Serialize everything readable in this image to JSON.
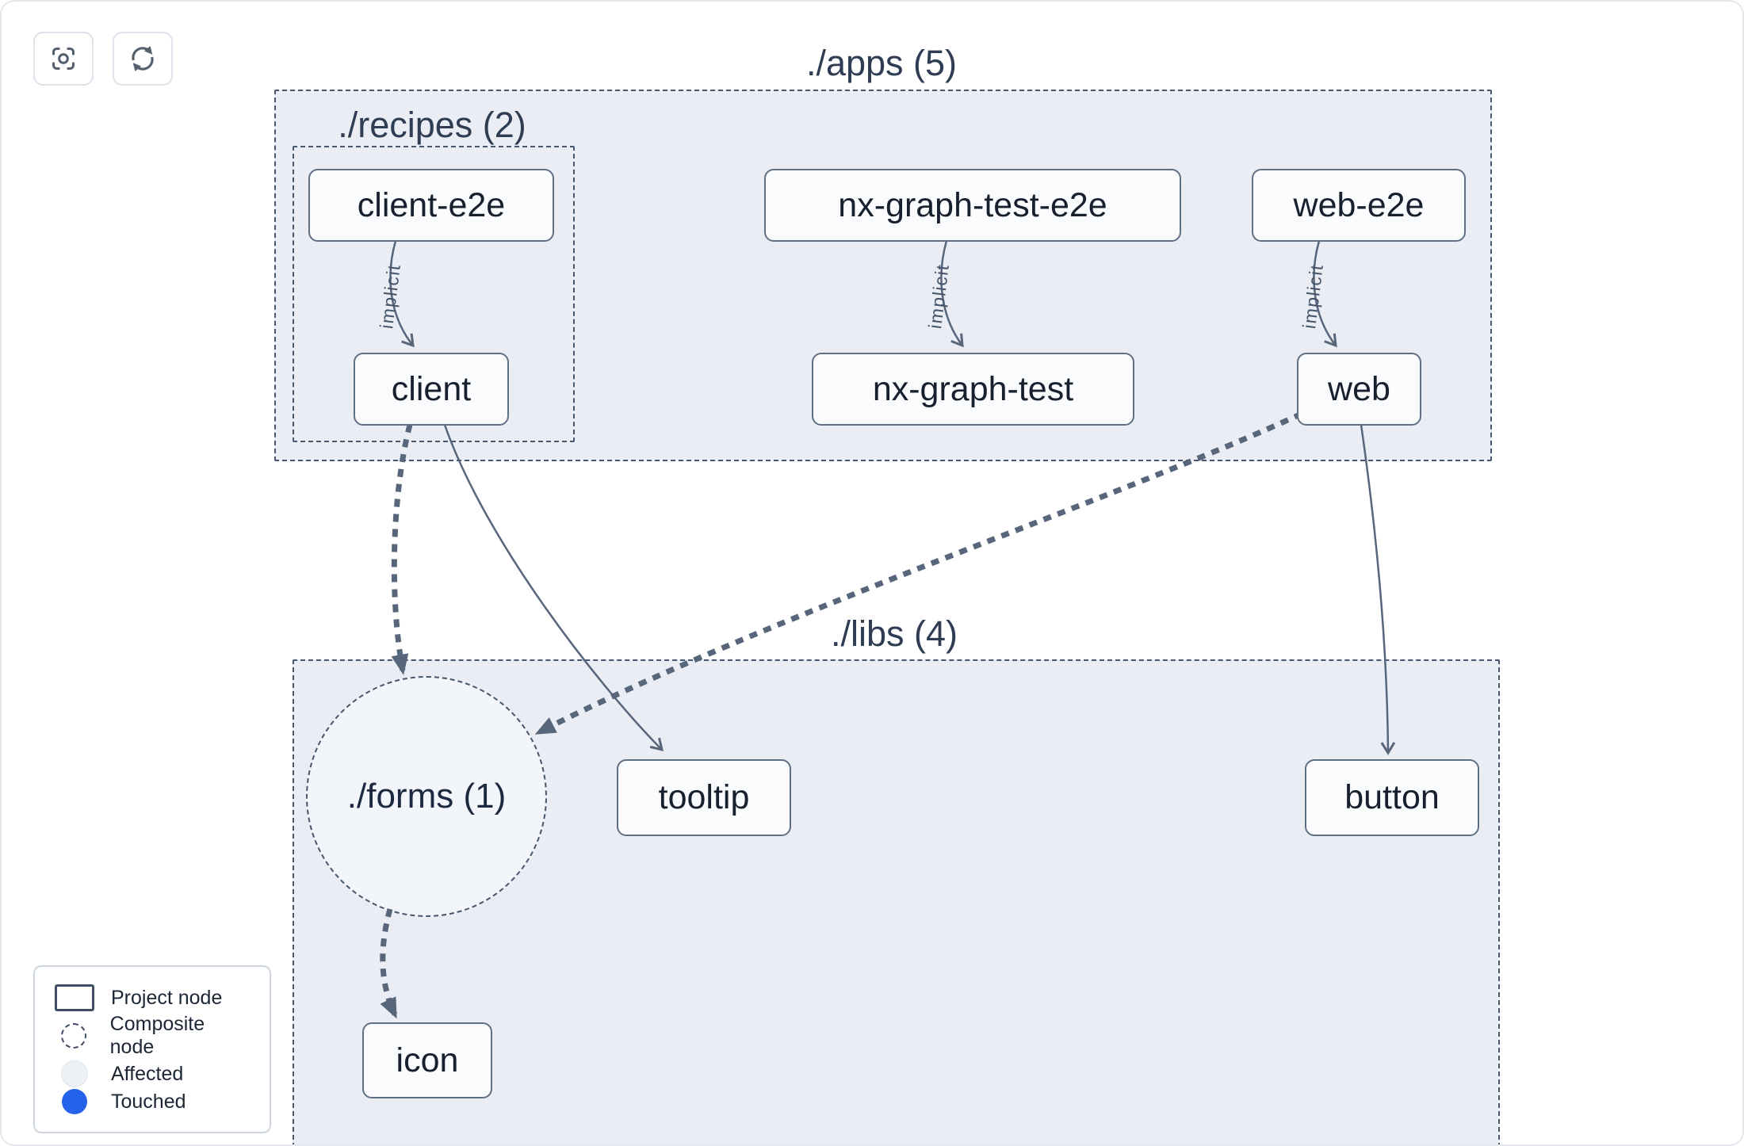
{
  "toolbar": {
    "buttons": [
      {
        "name": "focus",
        "icon": "scan-focus-icon"
      },
      {
        "name": "refresh",
        "icon": "refresh-icon"
      }
    ]
  },
  "groups": {
    "apps": {
      "label": "./apps (5)"
    },
    "recipes": {
      "label": "./recipes (2)"
    },
    "libs": {
      "label": "./libs (4)"
    },
    "forms": {
      "label": "./forms (1)"
    }
  },
  "nodes": {
    "client_e2e": "client-e2e",
    "client": "client",
    "nx_graph_test_e2e": "nx-graph-test-e2e",
    "nx_graph_test": "nx-graph-test",
    "web_e2e": "web-e2e",
    "web": "web",
    "tooltip": "tooltip",
    "button": "button",
    "icon": "icon"
  },
  "edges": {
    "implicit_label": "implicit"
  },
  "legend": {
    "items": [
      {
        "icon": "rect-outline-icon",
        "label": "Project node"
      },
      {
        "icon": "dashed-circle-icon",
        "label": "Composite node"
      },
      {
        "icon": "affected-circle-icon",
        "label": "Affected"
      },
      {
        "icon": "touched-circle-icon",
        "label": "Touched"
      }
    ]
  },
  "colors": {
    "touched_blue": "#2563eb",
    "group_fill": "#eaeef4",
    "edge": "#57667b"
  }
}
